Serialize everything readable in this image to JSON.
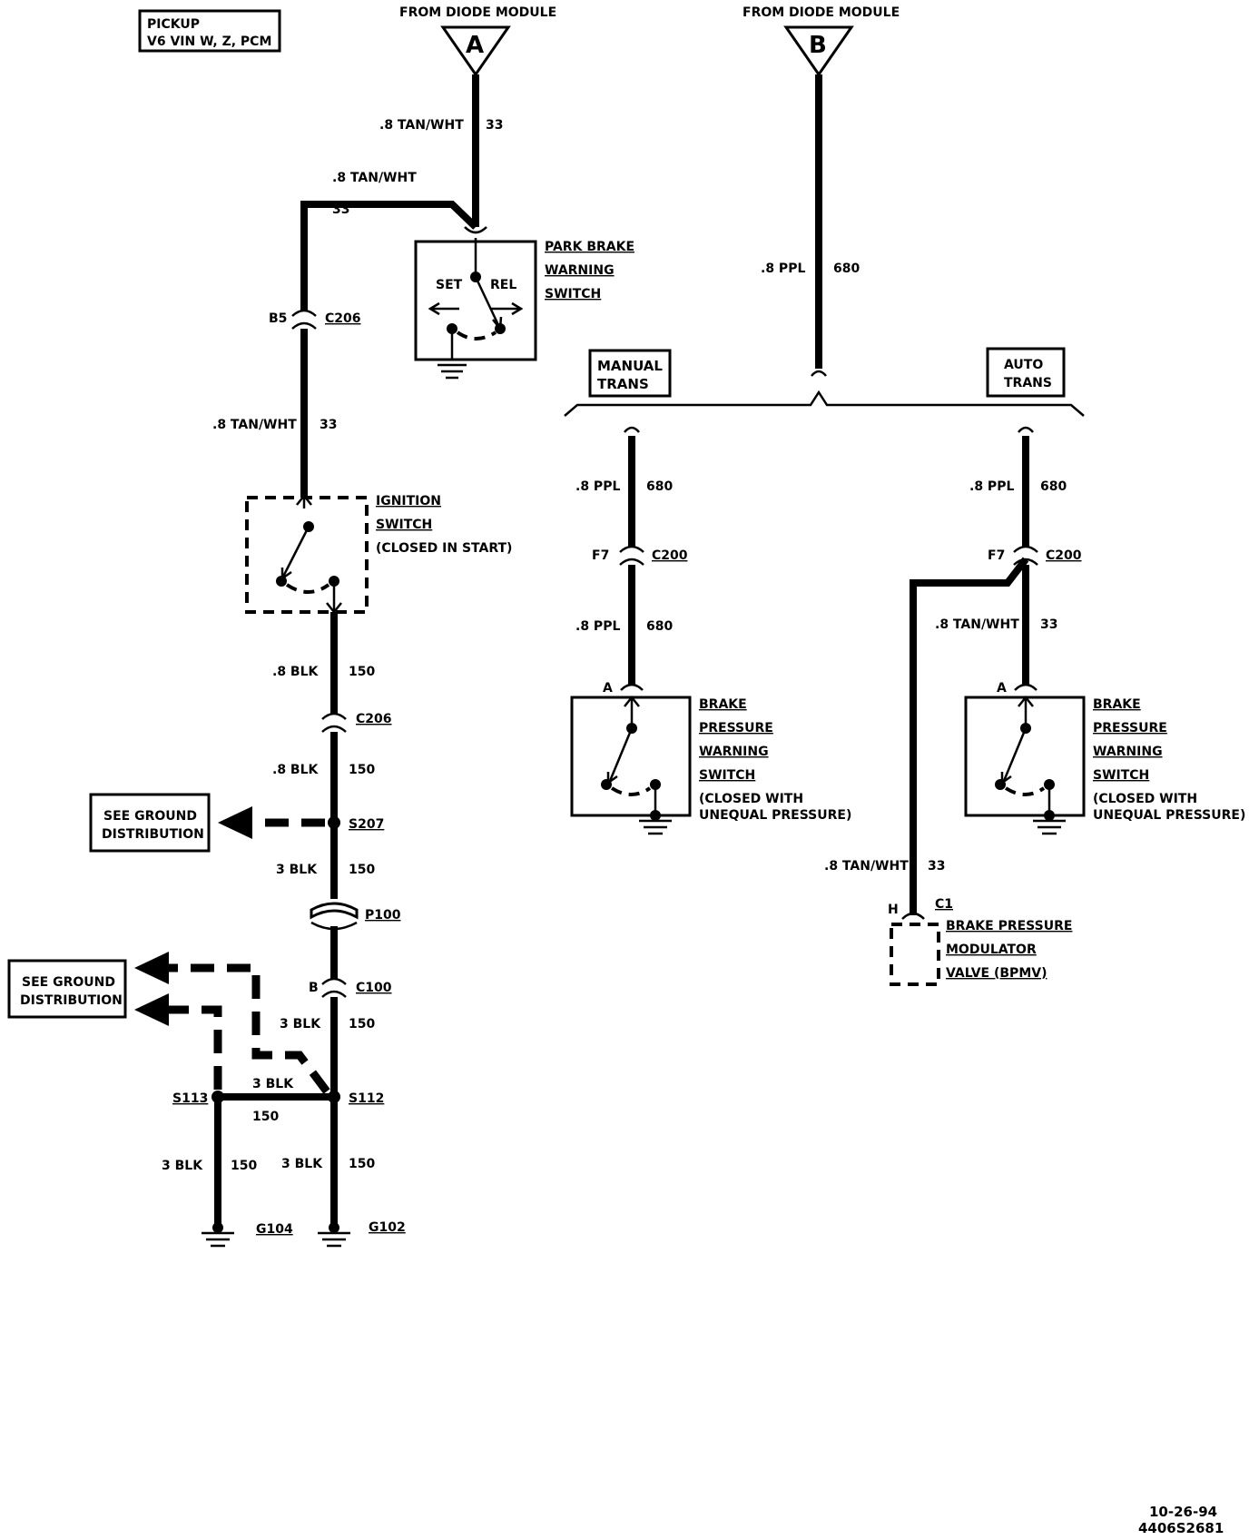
{
  "header": {
    "line1": "PICKUP",
    "line2": "V6 VIN W, Z, PCM"
  },
  "sources": {
    "a": {
      "from": "FROM DIODE MODULE",
      "letter": "A"
    },
    "b": {
      "from": "FROM DIODE MODULE",
      "letter": "B"
    }
  },
  "wires": {
    "tan_wht": ".8 TAN/WHT",
    "tan_wht_circuit": "33",
    "ppl": ".8 PPL",
    "ppl_circuit": "680",
    "blk_08": ".8 BLK",
    "blk_3": "3 BLK",
    "blk_circuit": "150"
  },
  "connectors": {
    "b5": "B5",
    "c206": "C206",
    "f7": "F7",
    "c200": "C200",
    "pin_a": "A",
    "pin_b": "B",
    "pin_h": "H",
    "c1": "C1",
    "p100": "P100",
    "c100": "C100"
  },
  "splices": {
    "s207": "S207",
    "s112": "S112",
    "s113": "S113"
  },
  "grounds": {
    "g104": "G104",
    "g102": "G102"
  },
  "components": {
    "park_brake": {
      "l1": "PARK BRAKE",
      "l2": "WARNING",
      "l3": "SWITCH",
      "set": "SET",
      "rel": "REL"
    },
    "ignition": {
      "l1": "IGNITION",
      "l2": "SWITCH",
      "l3": "(CLOSED IN START)"
    },
    "brake_pressure": {
      "l1": "BRAKE",
      "l2": "PRESSURE",
      "l3": "WARNING",
      "l4": "SWITCH",
      "l5": "(CLOSED WITH",
      "l6": "UNEQUAL PRESSURE)"
    },
    "bpmv": {
      "l1": "BRAKE PRESSURE",
      "l2": "MODULATOR",
      "l3": "VALVE (BPMV)"
    }
  },
  "options": {
    "manual": {
      "l1": "MANUAL",
      "l2": "TRANS"
    },
    "auto": {
      "l1": "AUTO",
      "l2": "TRANS"
    }
  },
  "ground_dist": {
    "l1": "SEE GROUND",
    "l2": "DISTRIBUTION"
  },
  "footer": {
    "date": "10-26-94",
    "code": "4406S2681"
  }
}
